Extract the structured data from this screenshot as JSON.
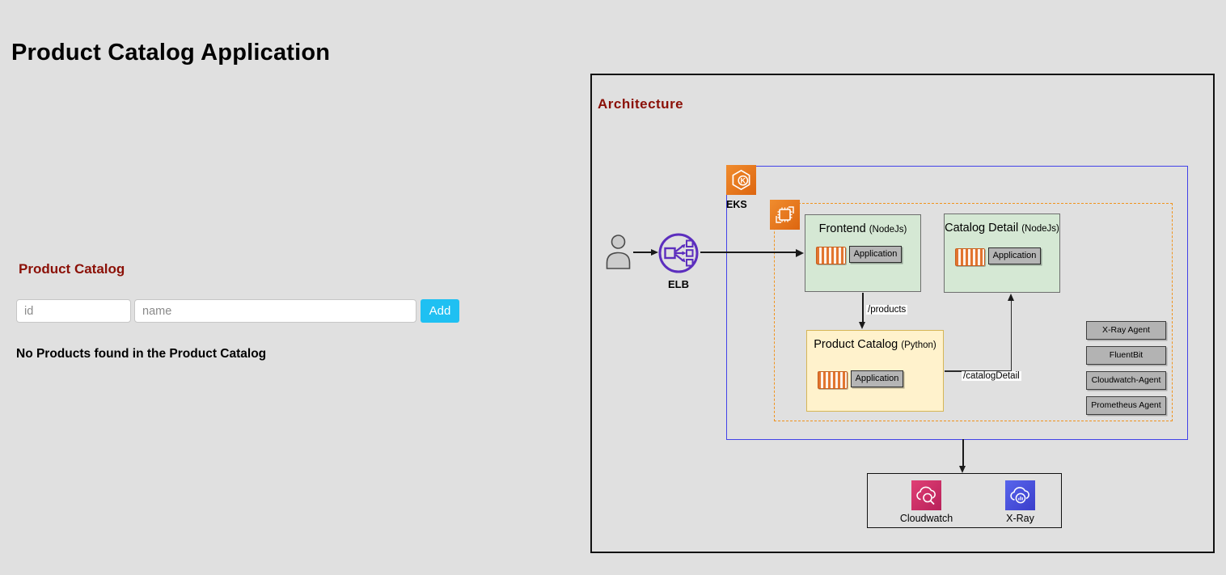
{
  "page": {
    "title": "Product Catalog Application"
  },
  "catalog_panel": {
    "heading": "Product Catalog",
    "id_placeholder": "id",
    "name_placeholder": "name",
    "add_button": "Add",
    "empty_message": "No Products found in the Product Catalog"
  },
  "architecture": {
    "heading": "Architecture",
    "elb_label": "ELB",
    "eks_label": "EKS",
    "services": [
      {
        "name": "Frontend",
        "runtime": "(NodeJs)",
        "app_label": "Application"
      },
      {
        "name": "Catalog Detail",
        "runtime": "(NodeJs)",
        "app_label": "Application"
      },
      {
        "name": "Product Catalog",
        "runtime": "(Python)",
        "app_label": "Application"
      }
    ],
    "edge_labels": {
      "products": "/products",
      "catalog_detail": "/catalogDetail"
    },
    "agents": [
      "X-Ray Agent",
      "FluentBit",
      "Cloudwatch-Agent",
      "Prometheus Agent"
    ],
    "monitoring": {
      "cloudwatch_label": "Cloudwatch",
      "xray_label": "X-Ray"
    },
    "colors": {
      "heading_maroon": "#8b1007",
      "add_button_cyan": "#1fc0f2",
      "service_green": "#d5e8d4",
      "service_yellow": "#fff2cc",
      "agent_gray": "#b3b3b3",
      "eks_border_blue": "#4242e8",
      "dashed_orange": "#f0931e",
      "elb_purple": "#5c2ebe",
      "eks_icon_orange": "#ed7622",
      "cloudwatch_pink": "#d5336a",
      "xray_indigo": "#4a52dd"
    }
  }
}
